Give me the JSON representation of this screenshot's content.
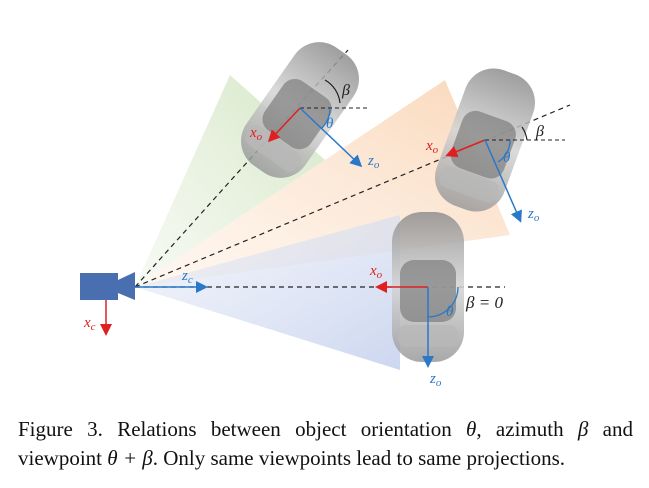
{
  "figure": {
    "camera": {
      "x_label": "x",
      "x_sub": "c",
      "z_label": "z",
      "z_sub": "c"
    },
    "objects": [
      {
        "x_label": "x",
        "x_sub": "o",
        "z_label": "z",
        "z_sub": "o",
        "theta": "θ",
        "beta": "β"
      },
      {
        "x_label": "x",
        "x_sub": "o",
        "z_label": "z",
        "z_sub": "o",
        "theta": "θ",
        "beta": "β"
      },
      {
        "x_label": "x",
        "x_sub": "o",
        "z_label": "z",
        "z_sub": "o",
        "theta": "θ",
        "beta": "β = 0"
      }
    ],
    "colors": {
      "x_axis": "#e02020",
      "z_axis": "#2a78c8",
      "camera": "#4a6fb0",
      "frustum_green": "#d6e8c9",
      "frustum_orange": "#fbdcc0",
      "frustum_blue": "#d3dcf0"
    }
  },
  "caption": {
    "prefix": "Figure 3. Relations between object orientation ",
    "theta": "θ",
    "mid1": ", azimuth ",
    "beta": "β",
    "mid2": " and viewpoint ",
    "theta_plus_beta": "θ + β",
    "suffix": ". Only same viewpoints lead to same projections."
  }
}
